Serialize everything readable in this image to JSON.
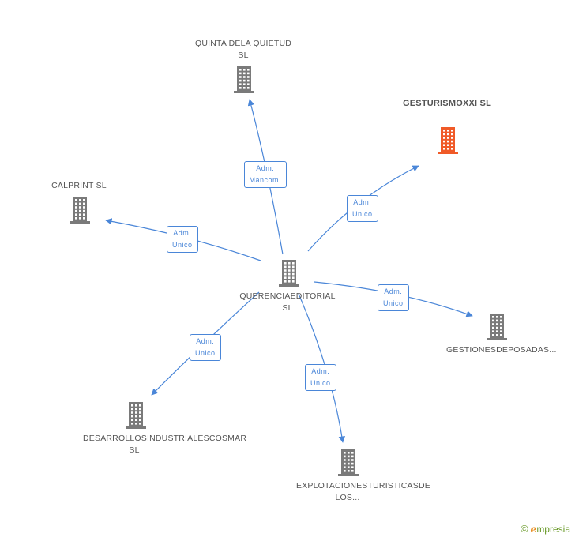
{
  "colors": {
    "building": "#7a7a7a",
    "focus_building": "#f05a28",
    "edge": "#4a86d8"
  },
  "nodes": [
    {
      "id": "center",
      "lines": [
        "QUERENCIA",
        "EDITORIAL SL"
      ],
      "highlight": false
    },
    {
      "id": "quinta",
      "lines": [
        "QUINTA DE",
        "LA QUIETUD SL"
      ],
      "highlight": false
    },
    {
      "id": "gesturismo",
      "lines": [
        "GESTURISMO",
        "XXI SL"
      ],
      "highlight": true
    },
    {
      "id": "calprint",
      "lines": [
        "CALPRINT SL"
      ],
      "highlight": false
    },
    {
      "id": "gestiones",
      "lines": [
        "GESTIONES",
        "DE",
        "POSADAS..."
      ],
      "highlight": false
    },
    {
      "id": "desarrollos",
      "lines": [
        "DESARROLLOS",
        "INDUSTRIALES",
        "COSMAR SL"
      ],
      "highlight": false
    },
    {
      "id": "explotaciones",
      "lines": [
        "EXPLOTACIONES",
        "TURISTICAS",
        "DE LOS..."
      ],
      "highlight": false
    }
  ],
  "edges": [
    {
      "to": "quinta",
      "label": [
        "Adm.",
        "Mancom."
      ]
    },
    {
      "to": "gesturismo",
      "label": [
        "Adm.",
        "Unico"
      ]
    },
    {
      "to": "calprint",
      "label": [
        "Adm.",
        "Unico"
      ]
    },
    {
      "to": "gestiones",
      "label": [
        "Adm.",
        "Unico"
      ]
    },
    {
      "to": "desarrollos",
      "label": [
        "Adm.",
        "Unico"
      ]
    },
    {
      "to": "explotaciones",
      "label": [
        "Adm.",
        "Unico"
      ]
    }
  ],
  "brand": {
    "copyright": "©",
    "e": "e",
    "rest": "mpresia"
  }
}
